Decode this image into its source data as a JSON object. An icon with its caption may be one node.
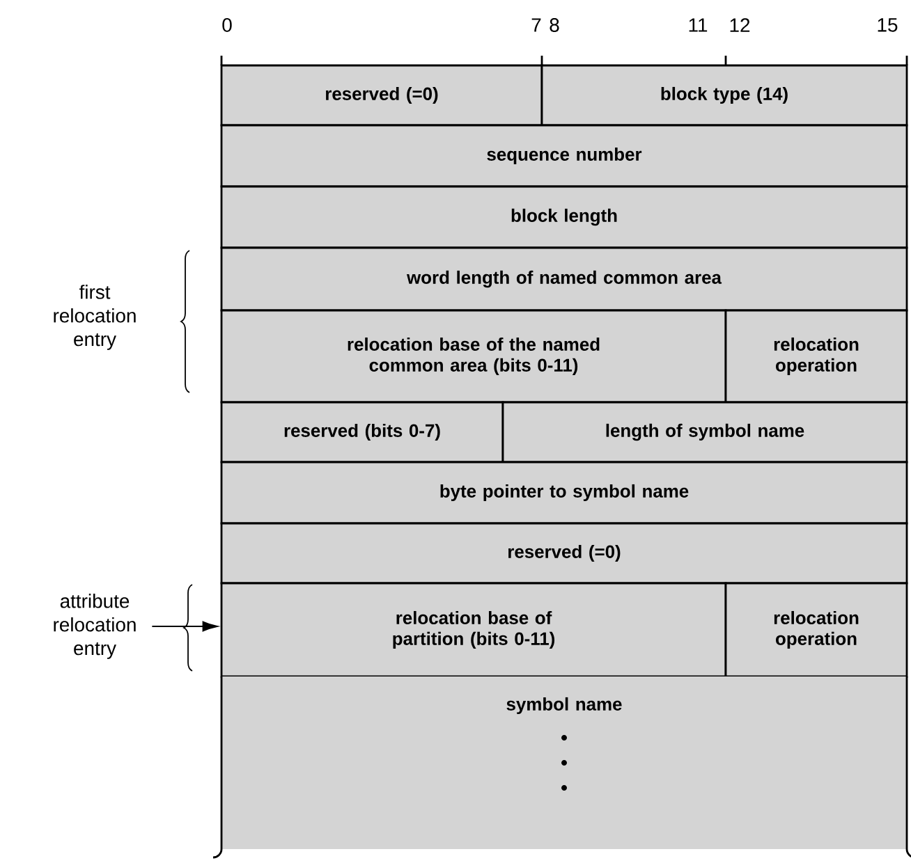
{
  "diagram": {
    "nodes": [
      {
        "text": [
          "reserved (=0)"
        ]
      },
      {
        "text": [
          "block type (14)"
        ]
      },
      {
        "text": [
          "sequence number"
        ]
      },
      {
        "text": [
          "block length"
        ]
      },
      {
        "text": [
          "word length of named common area"
        ]
      },
      {
        "text": [
          "relocation base of the named common area (bits 0-11)"
        ]
      },
      {
        "text": [
          "relocation operation"
        ]
      },
      {
        "text": [
          "reserved (bits 0-7)"
        ]
      },
      {
        "text": [
          "length of symbol name"
        ]
      },
      {
        "text": [
          "byte pointer to symbol name"
        ]
      },
      {
        "text": [
          "reserved (=0)"
        ]
      },
      {
        "text": [
          "relocation base of partition (bits 0-11)"
        ]
      },
      {
        "text": [
          "relocation operation"
        ]
      },
      {
        "text": [
          "symbol name"
        ]
      },
      {
        "text": [
          "attribute relocation entry"
        ]
      }
    ],
    "edges": [
      {
        "from": 14,
        "to": 11,
        "arrow": "to"
      }
    ],
    "labels": [
      "0",
      "7",
      "8",
      "11",
      "12",
      "15",
      "first relocation entry"
    ]
  }
}
